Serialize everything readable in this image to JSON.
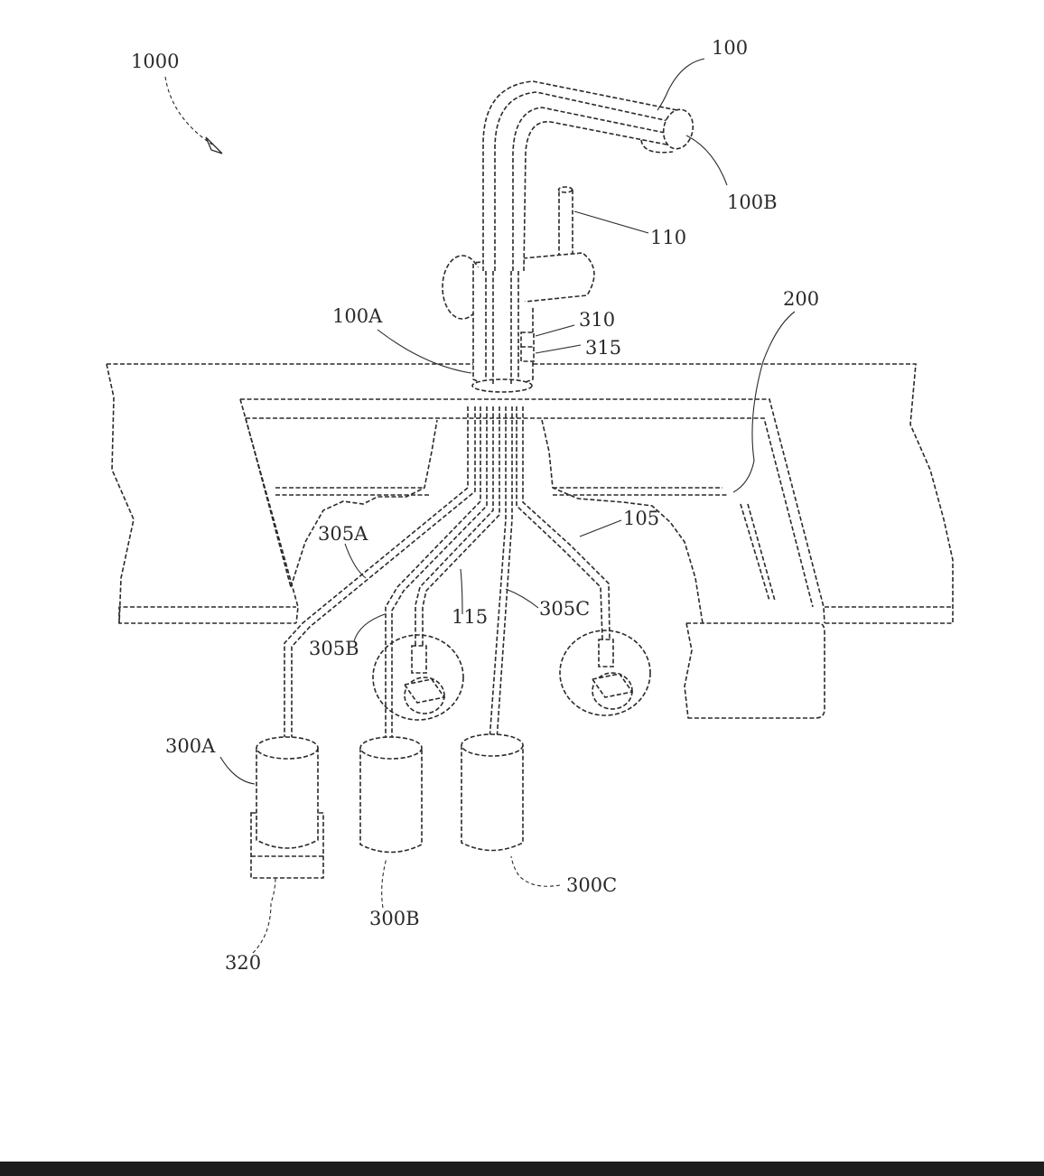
{
  "figure": {
    "reference_numerals": {
      "system": "1000",
      "faucet": "100",
      "faucet_base": "100A",
      "faucet_outlet": "100B",
      "supply_line": "105",
      "handle": "110",
      "line_115": "115",
      "sink": "200",
      "container_a": "300A",
      "container_b": "300B",
      "container_c": "300C",
      "tube_a": "305A",
      "tube_b": "305B",
      "tube_c": "305C",
      "control_310": "310",
      "control_315": "315",
      "base_320": "320"
    }
  },
  "colors": {
    "ink": "#2a2a2a",
    "paper": "#ffffff",
    "bar": "#1e1e1e"
  }
}
